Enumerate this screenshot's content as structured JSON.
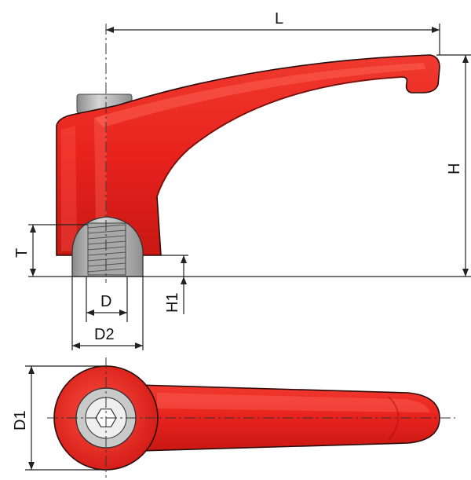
{
  "labels": {
    "L": "L",
    "H": "H",
    "T": "T",
    "D": "D",
    "D2": "D2",
    "H1": "H1",
    "D1": "D1"
  },
  "colors": {
    "lever_red": "#e8221d",
    "lever_dark": "#c21612",
    "lever_highlight": "#ff5a4c",
    "metal_grey": "#b8b8b8",
    "metal_dark": "#7d7d7d",
    "outline": "#2a0d0a"
  },
  "icons": {
    "socket": "hex-socket-icon"
  }
}
